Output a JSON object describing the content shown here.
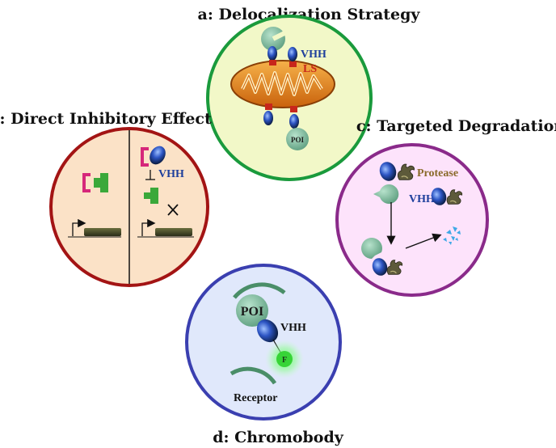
{
  "panels": {
    "a": {
      "title": "a: Delocalization Strategy",
      "vhh_label": "VHH",
      "ls_label": "LS",
      "poi_label": "POI",
      "border_color": "#1a9a3c",
      "fill_color": "#f2f8c8"
    },
    "b": {
      "title": "b: Direct Inhibitory Effect",
      "vhh_label": "VHH",
      "border_color": "#a31414",
      "fill_color": "#fbe2c7"
    },
    "c": {
      "title": "c: Targeted Degradation",
      "protease_label": "Protease",
      "vhh_label": "VHH",
      "border_color": "#8a2a8a",
      "fill_color": "#fde3fb"
    },
    "d": {
      "title": "d: Chromobody",
      "poi_label": "POI",
      "vhh_label": "VHH",
      "f_label": "F",
      "receptor_label": "Receptor",
      "border_color": "#3a3fb0",
      "fill_color": "#e0e8fb"
    }
  },
  "colors": {
    "vhh_blue": "#1e3f9c",
    "poi_green": "#7fb89a",
    "ls_red": "#c8261b",
    "mito_orange": "#e98a1c",
    "protease_olive": "#5d5a3a",
    "bracket_magenta": "#d6277a",
    "block_green": "#3aa83a",
    "gene_dark": "#3b3f24",
    "fluor_green": "#37d437",
    "fragment_blue": "#3ea8e6"
  }
}
